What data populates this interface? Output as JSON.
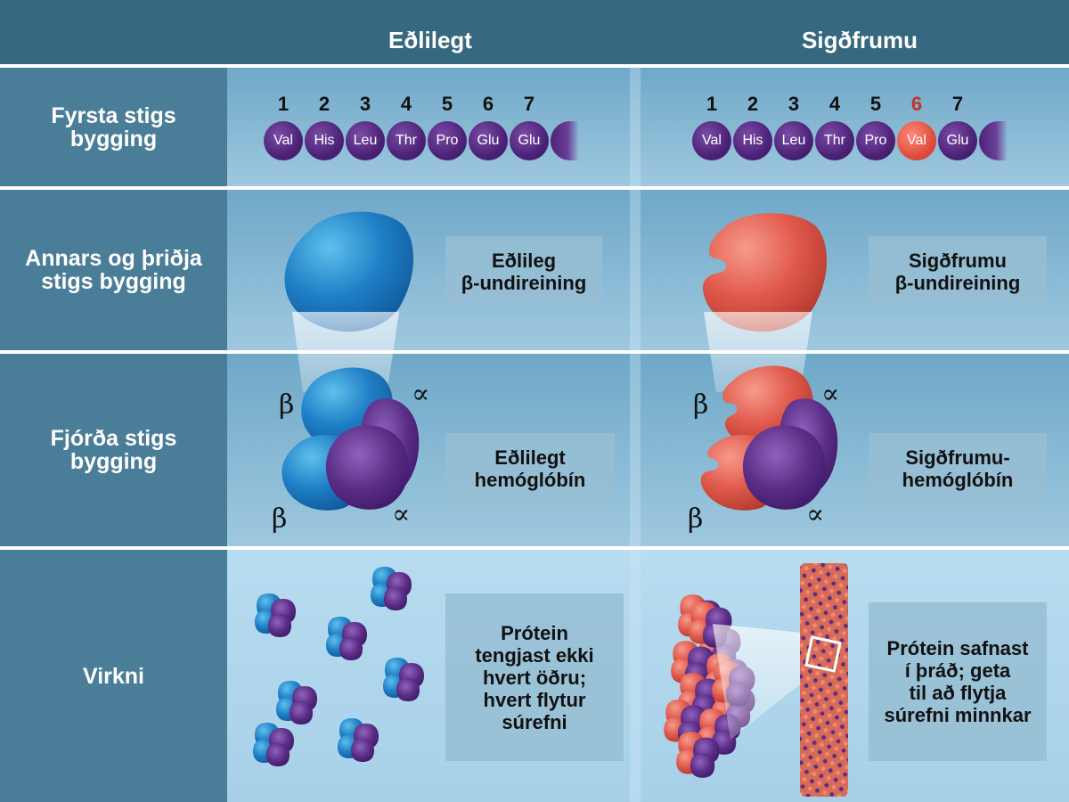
{
  "header": {
    "col_normal": "Eðlilegt",
    "col_sickle": "Sigðfrumu"
  },
  "rows": [
    {
      "label_lines": [
        "Fyrsta stigs",
        "bygging"
      ]
    },
    {
      "label_lines": [
        "Annars og þriðja",
        "stigs bygging"
      ]
    },
    {
      "label_lines": [
        "Fjórða stigs",
        "bygging"
      ]
    },
    {
      "label_lines": [
        "Virkni"
      ]
    }
  ],
  "primary": {
    "normal": {
      "numbers": [
        "1",
        "2",
        "3",
        "4",
        "5",
        "6",
        "7"
      ],
      "residues": [
        "Val",
        "His",
        "Leu",
        "Thr",
        "Pro",
        "Glu",
        "Glu"
      ]
    },
    "sickle": {
      "numbers": [
        "1",
        "2",
        "3",
        "4",
        "5",
        "6",
        "7"
      ],
      "residues": [
        "Val",
        "His",
        "Leu",
        "Thr",
        "Pro",
        "Val",
        "Glu"
      ],
      "mutated_index": 5
    }
  },
  "secondary": {
    "normal_label_lines": [
      "Eðlileg",
      "β-undireining"
    ],
    "sickle_label_lines": [
      "Sigðfrumu",
      "β-undireining"
    ]
  },
  "quaternary": {
    "normal_label_lines": [
      "Eðlilegt",
      "hemóglóbín"
    ],
    "sickle_label_lines": [
      "Sigðfrumu-",
      "hemóglóbín"
    ],
    "beta_symbol": "β",
    "alpha_symbol": "∝"
  },
  "function": {
    "normal_label_lines": [
      "Prótein",
      "tengjast ekki",
      "hvert öðru;",
      "hvert flytur",
      "súrefni"
    ],
    "sickle_label_lines": [
      "Prótein safnast",
      "í þráð; geta",
      "til að flytja",
      "súrefni minnkar"
    ]
  },
  "colors": {
    "normal_subunit": "#1f7fc6",
    "sickle_subunit": "#e05a4c",
    "alpha_subunit": "#5b2d87",
    "mutated_residue": "#e24d3d",
    "residue": "#4c2277"
  }
}
